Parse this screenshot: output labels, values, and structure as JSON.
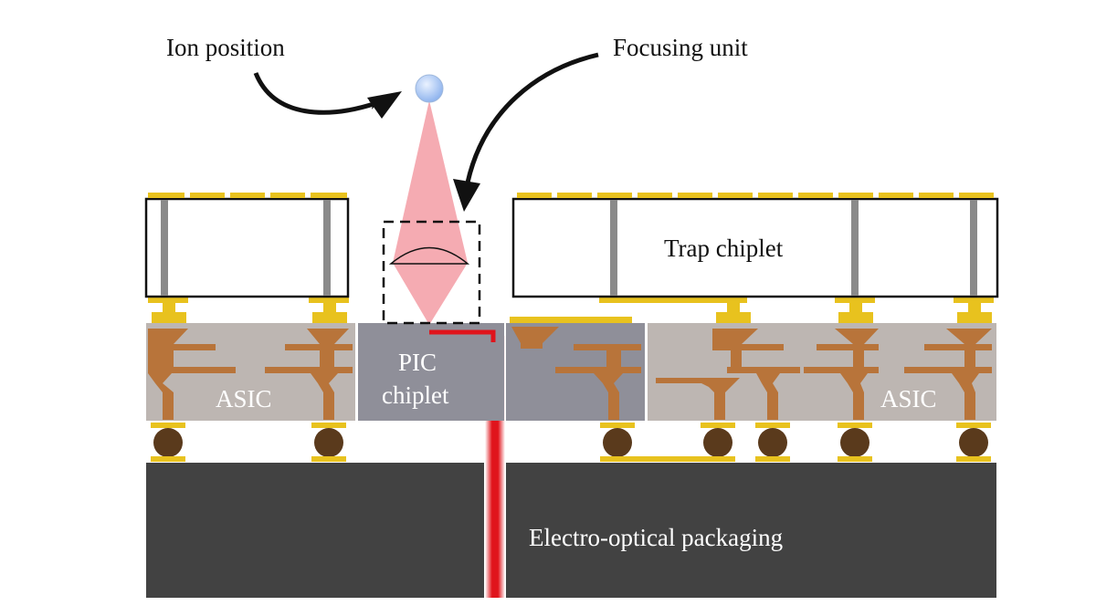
{
  "labels": {
    "ion_position": "Ion position",
    "focusing_unit": "Focusing unit",
    "trap_chiplet": "Trap chiplet",
    "asic_left": "ASIC",
    "asic_right": "ASIC",
    "pic_line1": "PIC",
    "pic_line2": "chiplet",
    "packaging": "Electro-optical packaging"
  },
  "colors": {
    "pad": "#e8c21e",
    "via": "#8a8a8a",
    "asic": "#bdb6b2",
    "pic": "#8f8f99",
    "interconnect": "#b8743a",
    "solder_ball": "#5a3a1c",
    "packaging": "#424242",
    "beam": "#f4a2aa",
    "waveguide": "#e0141c",
    "ion": "#a9c8f2"
  }
}
